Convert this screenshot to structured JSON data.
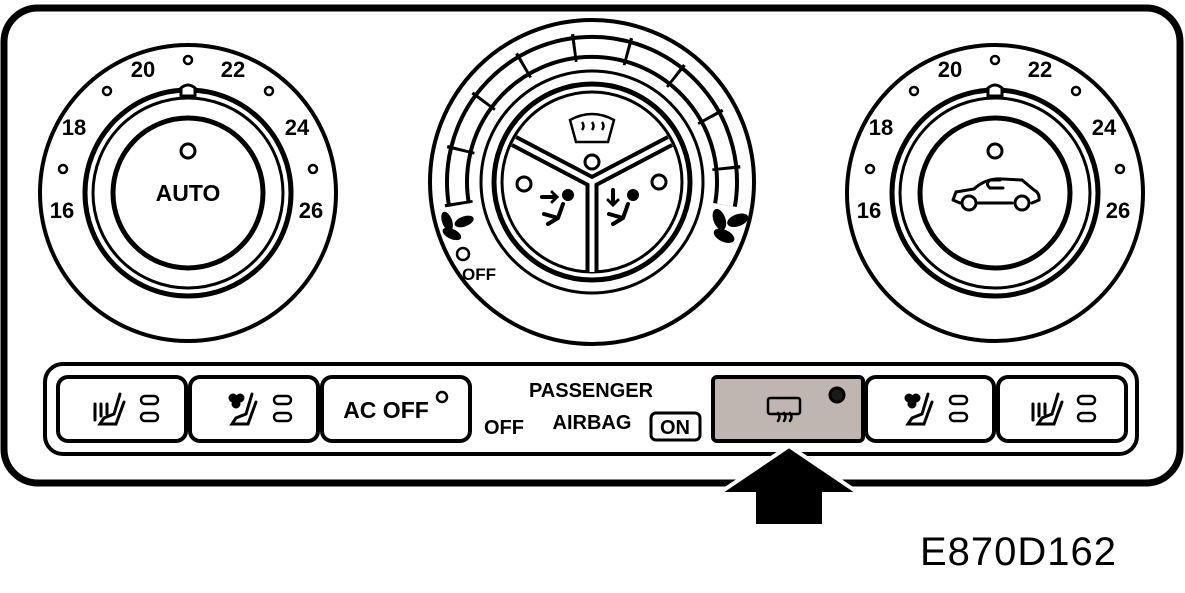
{
  "figure_code": "E870D162",
  "left_dial": {
    "scale": [
      "16",
      "18",
      "20",
      "22",
      "24",
      "26"
    ],
    "center_label": "AUTO"
  },
  "right_dial": {
    "scale": [
      "16",
      "18",
      "20",
      "22",
      "24",
      "26"
    ],
    "center_icon": "recirculation-car-icon"
  },
  "center_dial": {
    "off_label": "OFF",
    "icons": [
      "windscreen-defrost-icon",
      "face-vent-icon",
      "foot-vent-icon",
      "fan-low-icon",
      "fan-high-icon"
    ]
  },
  "buttons": {
    "ac_off": "AC OFF",
    "rear_defrost_icon": "rear-window-defrost-icon",
    "rear_defrost_highlight_color": "#bfb5b1"
  },
  "airbag": {
    "line1": "PASSENGER",
    "off": "OFF",
    "line2": "AIRBAG",
    "on": "ON"
  }
}
